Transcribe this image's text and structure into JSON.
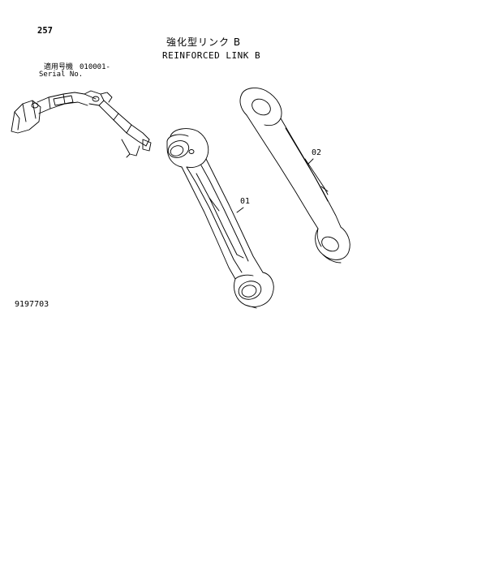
{
  "header": {
    "page_number": "257",
    "title_jp": "強化型リンク B",
    "title_en": "REINFORCED LINK B"
  },
  "serial": {
    "label_jp": "適用号機",
    "value": "010001-",
    "label_en": "Serial No."
  },
  "parts": [
    {
      "callout": "01"
    },
    {
      "callout": "02"
    }
  ],
  "footer": {
    "drawing_number": "9197703"
  },
  "icons": {
    "excavator": "excavator-arm-icon"
  }
}
